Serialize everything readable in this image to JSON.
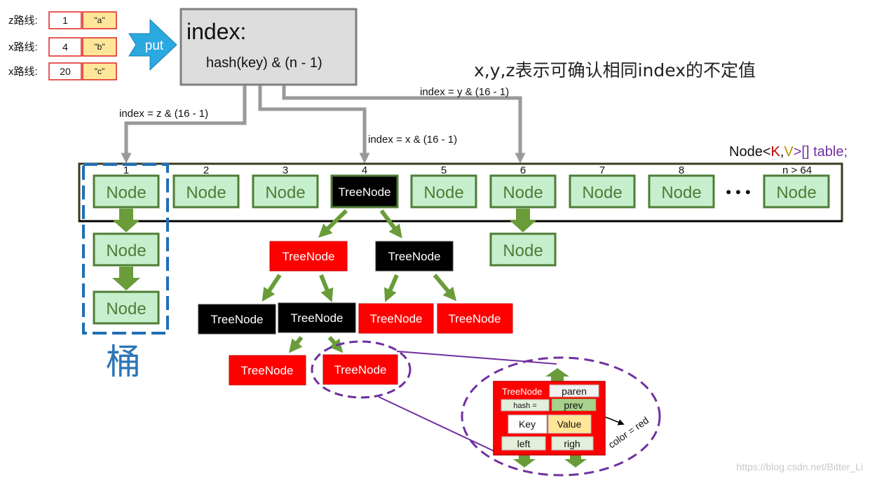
{
  "routes": [
    {
      "label": "z路线:",
      "value": "1",
      "key": "\"a\""
    },
    {
      "label": "x路线:",
      "value": "4",
      "key": "\"b\""
    },
    {
      "label": "x路线:",
      "value": "20",
      "key": "\"c\""
    }
  ],
  "put_label": "put",
  "index_box": {
    "title": "index:",
    "formula": "hash(key) & (n - 1)"
  },
  "note": "x,y,z表示可确认相同index的不定值",
  "paths": {
    "z": "index = z & (16 - 1)",
    "x": "index = x & (16 - 1)",
    "y": "index = y & (16 - 1)"
  },
  "table_label": {
    "prefix": "Node<",
    "k": "K",
    "comma": ",",
    "v": "V",
    "suffix": ">[] table;"
  },
  "slots": [
    {
      "num": "1",
      "label": "Node"
    },
    {
      "num": "2",
      "label": "Node"
    },
    {
      "num": "3",
      "label": "Node"
    },
    {
      "num": "4",
      "label": "TreeNode"
    },
    {
      "num": "5",
      "label": "Node"
    },
    {
      "num": "6",
      "label": "Node"
    },
    {
      "num": "7",
      "label": "Node"
    },
    {
      "num": "8",
      "label": "Node"
    },
    {
      "num": "n > 64",
      "label": "Node"
    }
  ],
  "ellipsis": "• • •",
  "bucket_chain": [
    "Node",
    "Node"
  ],
  "slot6_chain": "Node",
  "bucket_word": "桶",
  "tree": {
    "l1_left": "TreeNode",
    "l1_right": "TreeNode",
    "l2": [
      "TreeNode",
      "TreeNode",
      "TreeNode",
      "TreeNode"
    ],
    "l3": [
      "TreeNode",
      "TreeNode"
    ]
  },
  "detail": {
    "title": "TreeNode",
    "parent": "paren",
    "hash": "hash =",
    "prev": "prev",
    "key": "Key",
    "value": "Value",
    "left": "left",
    "right": "righ",
    "color": "color = red"
  },
  "watermark": "https://blog.csdn.net/Bitter_Li",
  "colors": {
    "node_fill": "#c6efce",
    "node_border": "#4e7d36",
    "red": "#ff0000",
    "black": "#000000",
    "arrow_green": "#6a9c3a",
    "arrow_gray": "#9a9a9a",
    "bucket_border": "#1f6fb5",
    "ellipse_border": "#7030a0",
    "put_blue": "#2aa8e0"
  }
}
